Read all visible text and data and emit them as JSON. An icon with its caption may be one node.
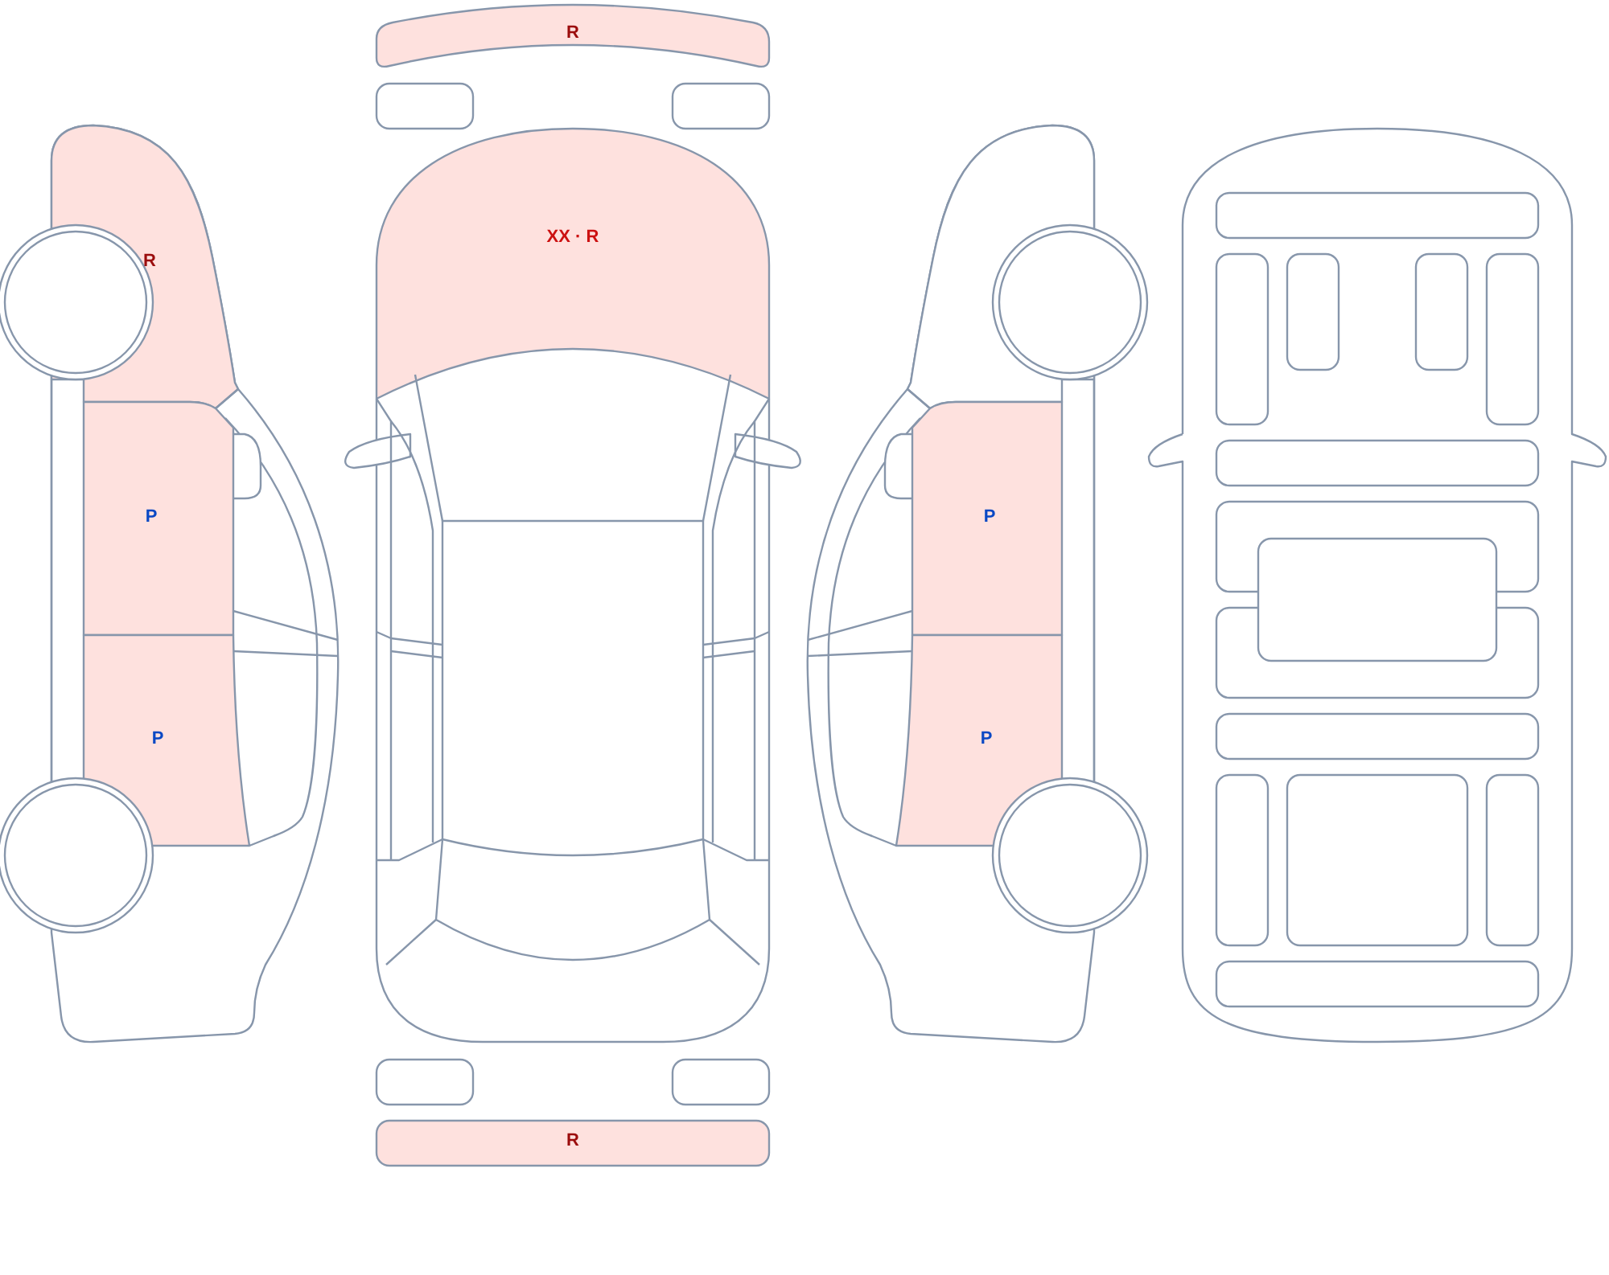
{
  "diagram": {
    "labels": [
      "R",
      "XX · R",
      "R",
      "P",
      "P",
      "P",
      "P",
      "R"
    ]
  }
}
